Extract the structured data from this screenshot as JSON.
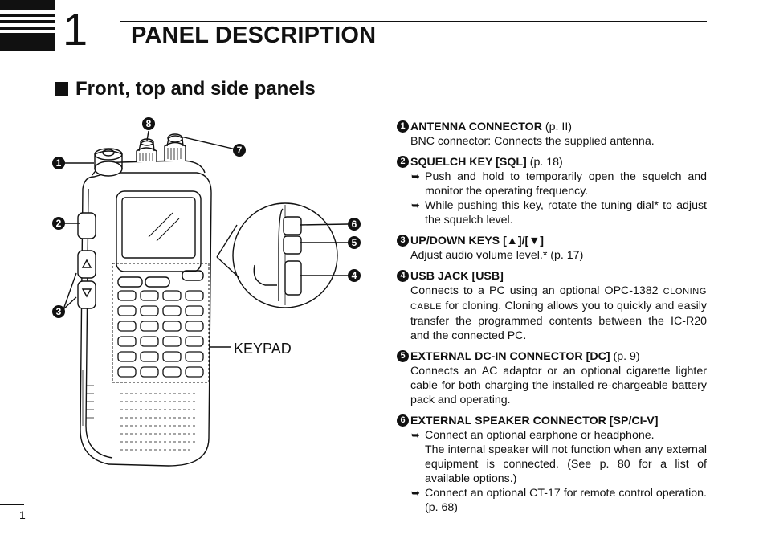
{
  "chapter": {
    "number": "1",
    "title": "PANEL DESCRIPTION"
  },
  "section_title": "Front, top and side panels",
  "illustration": {
    "keypad_label": "KEYPAD",
    "callouts": [
      "1",
      "2",
      "3",
      "4",
      "5",
      "6",
      "7",
      "8"
    ]
  },
  "items": [
    {
      "num": "1",
      "title": "ANTENNA CONNECTOR",
      "page": " (p. II)",
      "text": "BNC connector: Connects the supplied antenna."
    },
    {
      "num": "2",
      "title": "SQUELCH KEY [SQL]",
      "page": " (p. 18)",
      "bullets": [
        "Push and hold to temporarily open the squelch and monitor the operating frequency.",
        "While pushing this key, rotate the tuning dial* to adjust the squelch level."
      ]
    },
    {
      "num": "3",
      "title": "UP/DOWN KEYS [▲]/[▼]",
      "page": "",
      "text": "Adjust audio volume level.* (p. 17)"
    },
    {
      "num": "4",
      "title": "USB JACK [USB]",
      "page": "",
      "text_a": "Connects to a PC using an optional OPC-1382 ",
      "text_sc": "CLONING CABLE",
      "text_b": " for cloning. Cloning allows you to quickly and easily transfer the programmed contents between the IC-R20 and the connected PC."
    },
    {
      "num": "5",
      "title": "EXTERNAL DC-IN CONNECTOR [DC]",
      "page": " (p. 9)",
      "text": "Connects an AC adaptor or an optional cigarette lighter cable for both charging the installed re-chargeable battery pack and operating."
    },
    {
      "num": "6",
      "title": "EXTERNAL SPEAKER CONNECTOR [SP/CI-V]",
      "page": "",
      "bullet1": "Connect an optional earphone or headphone.",
      "bullet1_cont": "The internal speaker will not function when any external equipment is connected. (See p. 80 for a list of available options.)",
      "bullet2": "Connect an optional CT-17 for remote control operation.",
      "bullet2_cont": "(p. 68)"
    }
  ],
  "bullet_glyph": "➥",
  "page_number": "1"
}
